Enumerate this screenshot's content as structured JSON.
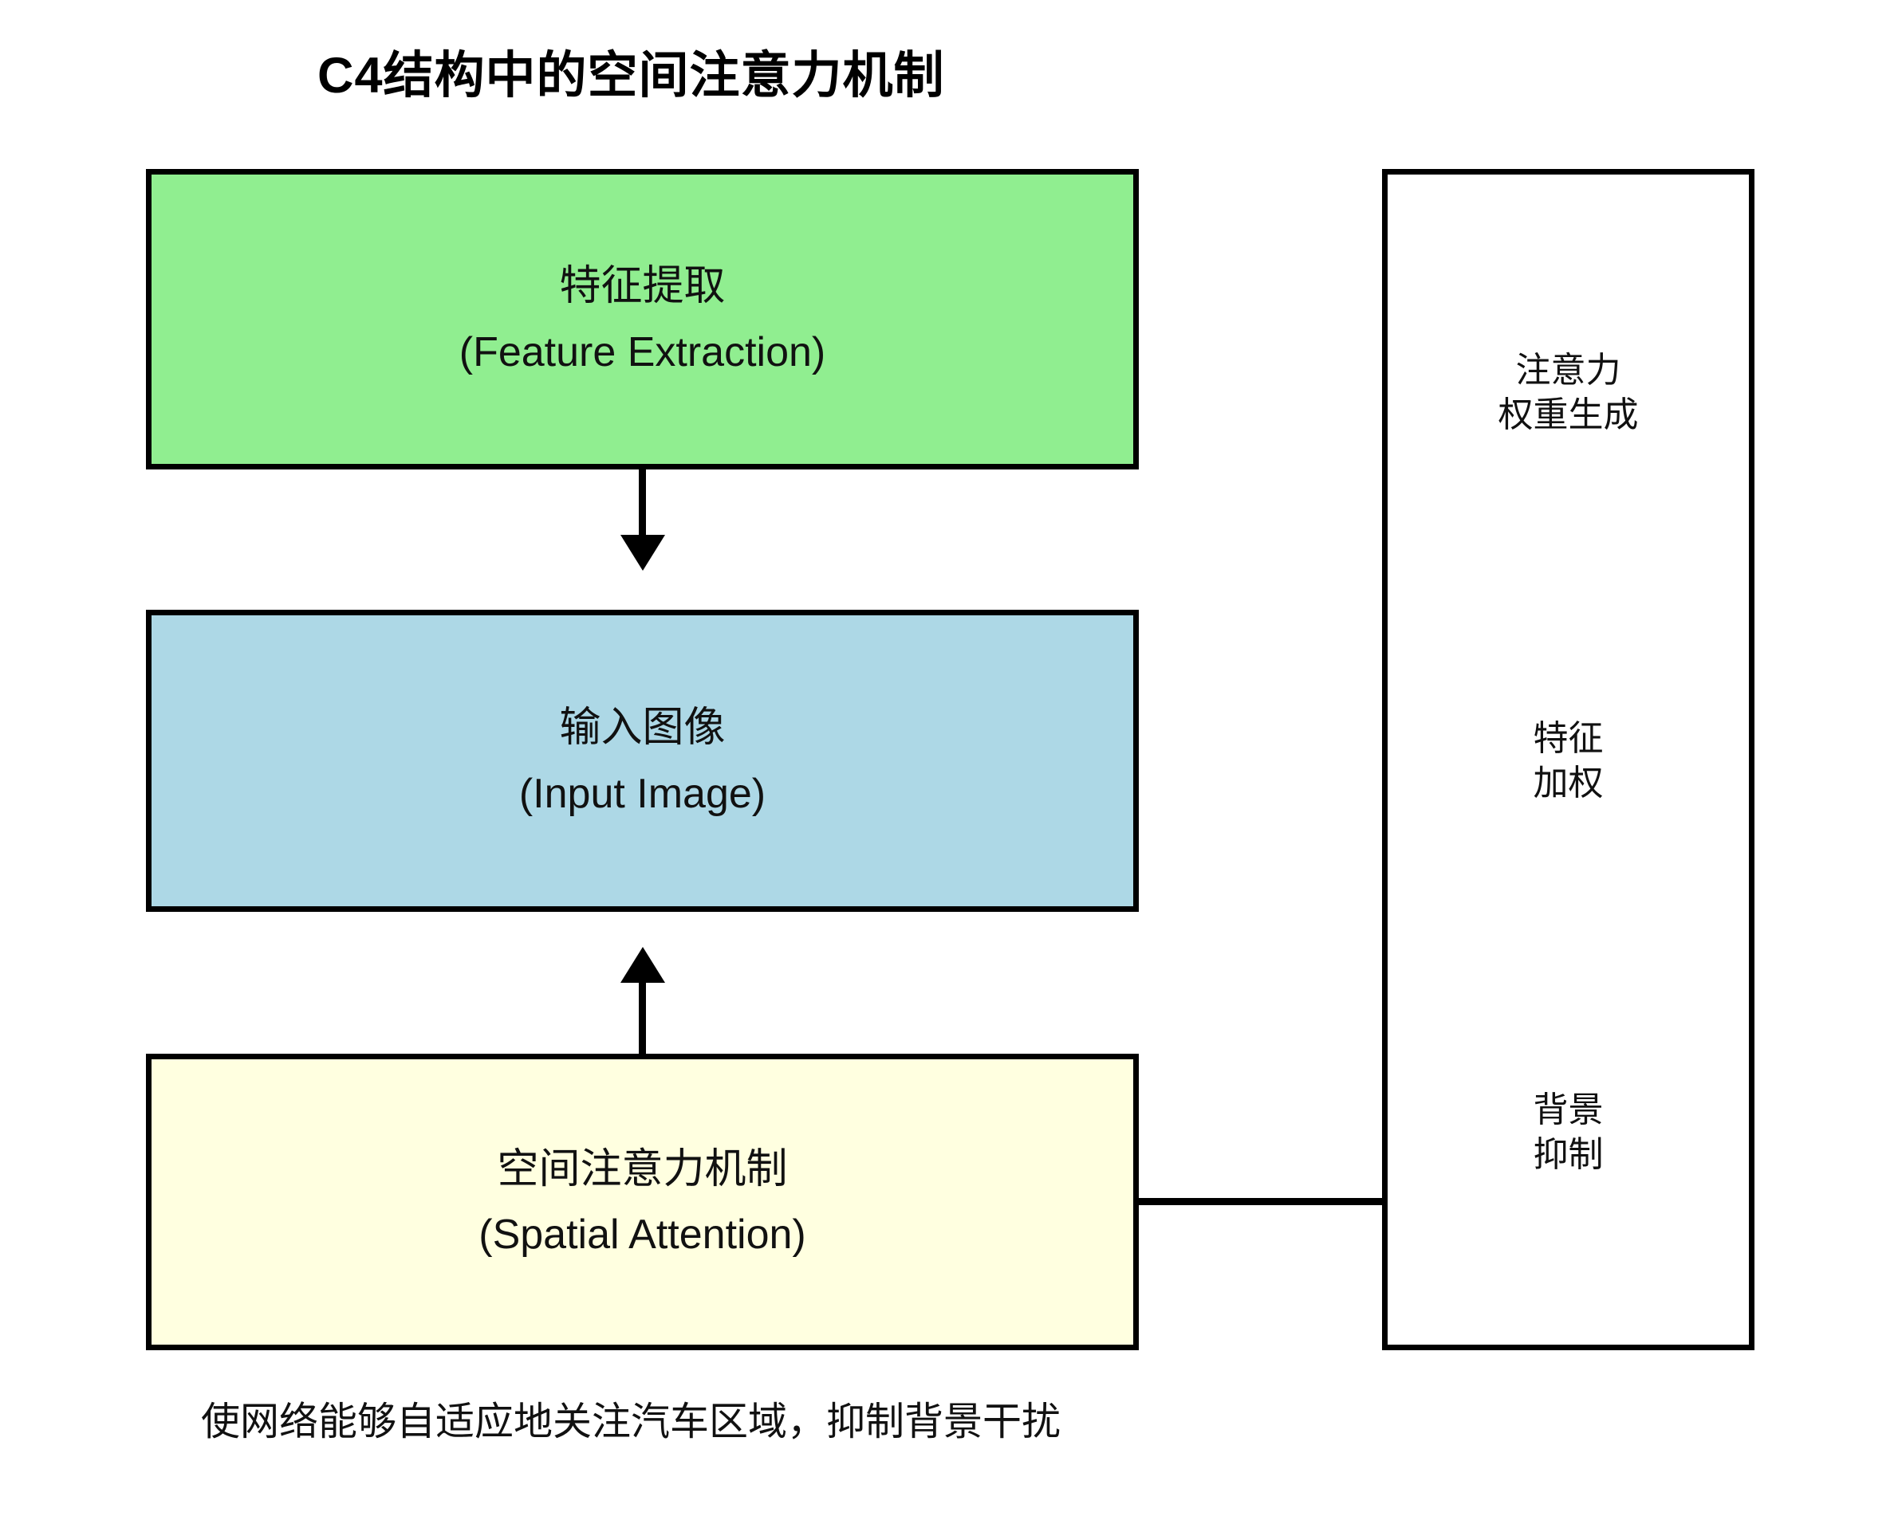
{
  "title": "C4结构中的空间注意力机制",
  "colors": {
    "feature_extraction_fill": "#90EE90",
    "input_image_fill": "#ADD8E6",
    "spatial_attention_fill": "#FFFFE0",
    "panel_fill": "#FFFFFF",
    "border": "#000000",
    "text": "#111111"
  },
  "boxes": {
    "feature_extraction": {
      "label_zh": "特征提取",
      "label_en": "(Feature Extraction)"
    },
    "input_image": {
      "label_zh": "输入图像",
      "label_en": "(Input Image)"
    },
    "spatial_attention": {
      "label_zh": "空间注意力机制",
      "label_en": "(Spatial Attention)"
    }
  },
  "side_panel": {
    "items": [
      {
        "line1": "注意力",
        "line2": "权重生成"
      },
      {
        "line1": "特征",
        "line2": "加权"
      },
      {
        "line1": "背景",
        "line2": "抑制"
      }
    ]
  },
  "arrows": [
    {
      "name": "feature-extraction-to-input-image",
      "direction": "down"
    },
    {
      "name": "spatial-attention-to-input-image",
      "direction": "up"
    },
    {
      "name": "spatial-attention-to-side-panel",
      "direction": "right"
    }
  ],
  "caption": "使网络能够自适应地关注汽车区域，抑制背景干扰"
}
